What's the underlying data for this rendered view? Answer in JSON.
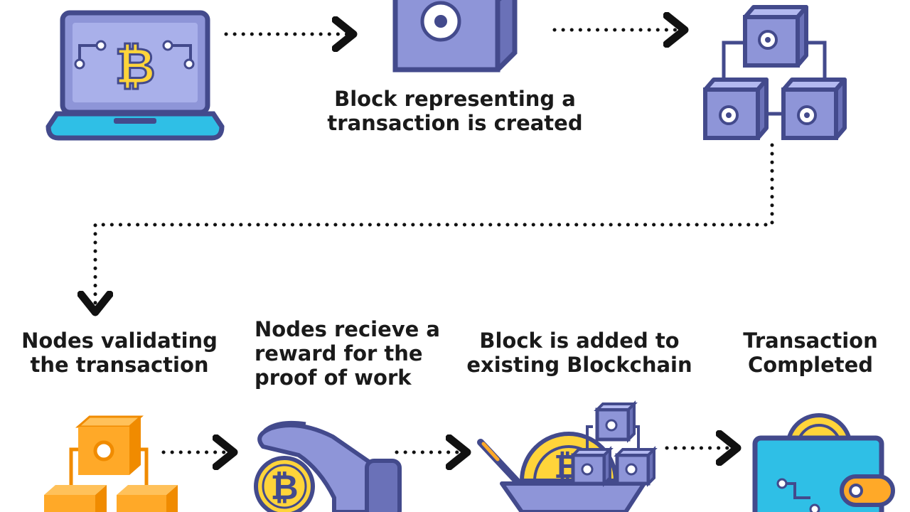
{
  "steps": [
    {
      "label": "Block representing a\ntransaction is created"
    },
    {
      "label": "Nodes validating\nthe transaction"
    },
    {
      "label": "Nodes recieve a\nreward for the\nproof of work"
    },
    {
      "label": "Block is added to\nexisting Blockchain"
    },
    {
      "label": "Transaction\nCompleted"
    }
  ],
  "icons": {
    "start": "laptop-bitcoin-icon",
    "block": "block-cube-icon",
    "network": "block-network-icon",
    "validating": "orange-block-network-icon",
    "reward": "hand-bitcoin-icon",
    "added": "mining-cart-blockchain-icon",
    "completed": "wallet-coin-icon"
  },
  "colors": {
    "outline": "#434a8c",
    "purple": "#8e95d8",
    "purple_dark": "#6a71b8",
    "cyan": "#2fbfe6",
    "orange": "#ffa928",
    "orange_dark": "#f08b00",
    "gold": "#ffd43a",
    "arrow": "#111111"
  }
}
